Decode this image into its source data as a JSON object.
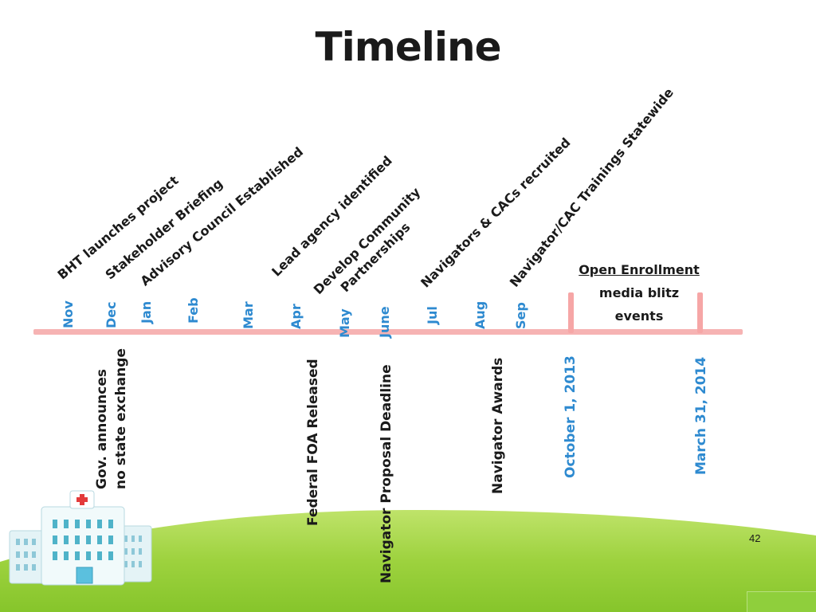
{
  "slide": {
    "title": "Timeline",
    "page_number": "42"
  },
  "months": [
    "Nov",
    "Dec",
    "Jan",
    "Feb",
    "Mar",
    "Apr",
    "May",
    "June",
    "Jul",
    "Aug",
    "Sep"
  ],
  "events_above": [
    {
      "lines": [
        "BHT launches project"
      ]
    },
    {
      "lines": [
        "Stakeholder Briefing"
      ]
    },
    {
      "lines": [
        "Advisory Council Established"
      ]
    },
    {
      "lines": [
        "Lead agency identified"
      ]
    },
    {
      "lines": [
        "Develop Community",
        "Partnerships"
      ]
    },
    {
      "lines": [
        "Navigators & CACs recruited"
      ]
    },
    {
      "lines": [
        "Navigator/CAC Trainings Statewide"
      ]
    }
  ],
  "events_below": [
    {
      "lines": [
        "Gov. announces",
        "no state exchange"
      ]
    },
    {
      "lines": [
        "Federal FOA Released"
      ]
    },
    {
      "lines": [
        "Navigator Proposal Deadline"
      ]
    },
    {
      "lines": [
        "Navigator Awards"
      ]
    }
  ],
  "dates_below": [
    "October 1, 2013",
    "March 31, 2014"
  ],
  "open_enrollment": {
    "title": "Open Enrollment",
    "line1": "media blitz",
    "line2": "events"
  },
  "colors": {
    "accent_blue": "#2e8ad0",
    "timeline_pink": "#f6b3b3",
    "hill_green": "#8fcf3c",
    "text_dark": "#1a1a1a"
  }
}
